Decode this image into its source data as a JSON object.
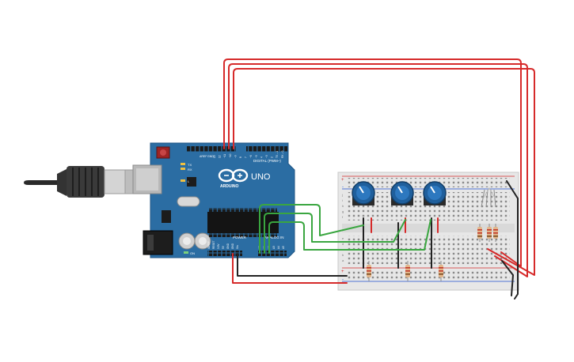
{
  "board": {
    "model": "UNO",
    "brand": "ARDUINO",
    "digital_label": "DIGITAL (PWM~)",
    "power_label": "POWER",
    "analog_label": "ANALOG IN",
    "tx_label": "TX",
    "rx_label": "RX",
    "l_label": "L",
    "on_label": "ON",
    "aref_label": "AREF",
    "gnd_label": "GND",
    "digital_pins": [
      "13",
      "12",
      "~11",
      "~10",
      "~9",
      "8",
      "7",
      "~6",
      "~5",
      "4",
      "~3",
      "2",
      "TX→1",
      "RX←0"
    ],
    "power_pins": [
      "IOREF",
      "RESET",
      "3.3V",
      "5V",
      "GND",
      "GND",
      "Vin"
    ],
    "analog_pins": [
      "A0",
      "A1",
      "A2",
      "A3",
      "A4",
      "A5"
    ]
  },
  "breadboard": {
    "plus_label": "+",
    "minus_label": "-",
    "row_letters_top": [
      "j",
      "i",
      "h",
      "g",
      "f"
    ],
    "row_letters_bottom": [
      "e",
      "d",
      "c",
      "b",
      "a"
    ]
  },
  "colors": {
    "board": "#2b6da3",
    "wire_red": "#d62a2a",
    "wire_black": "#222222",
    "wire_green": "#3aa640",
    "breadboard": "#e7e7e7",
    "knob": "#1f5f9c"
  }
}
